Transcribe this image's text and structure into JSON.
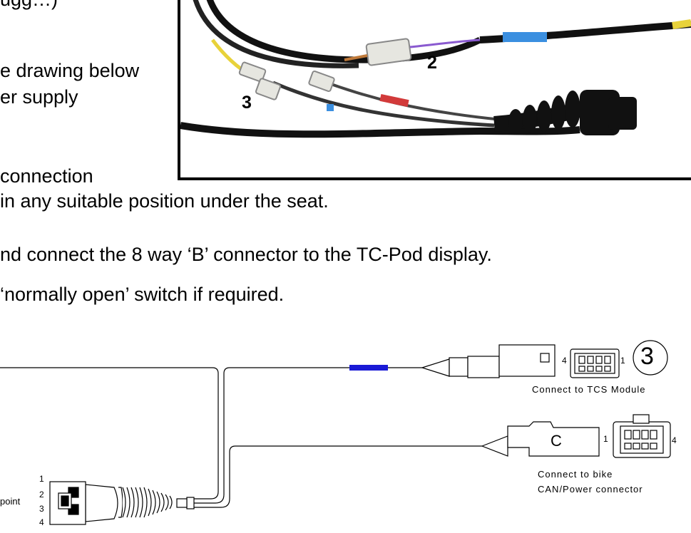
{
  "text": {
    "top_fragment": "ugg…)",
    "line1": "e drawing below",
    "line2": "er supply",
    "line3": "connection",
    "line4": "in any suitable position under the seat.",
    "line5": "nd connect the 8 way ‘B’ connector to the TC-Pod display.",
    "line6": "‘normally open’ switch if required."
  },
  "photo": {
    "label_2": "2",
    "label_3": "3"
  },
  "diagram": {
    "tcs_pin_left": "4",
    "tcs_pin_right": "1",
    "tcs_circle_number": "3",
    "tcs_caption": "Connect to TCS Module",
    "c_connector_letter": "C",
    "c_pin_left": "1",
    "c_pin_right": "4",
    "bike_caption_line1": "Connect to bike",
    "bike_caption_line2": "CAN/Power connector",
    "round_pin_1": "1",
    "round_pin_2": "2",
    "round_pin_3": "3",
    "round_pin_4": "4",
    "left_fragment": "point"
  },
  "colors": {
    "blue_sleeve": "#1a1ad6",
    "photo_blue": "#3b8fe0",
    "photo_yellow": "#e8d23a",
    "photo_red": "#d23a3a"
  }
}
